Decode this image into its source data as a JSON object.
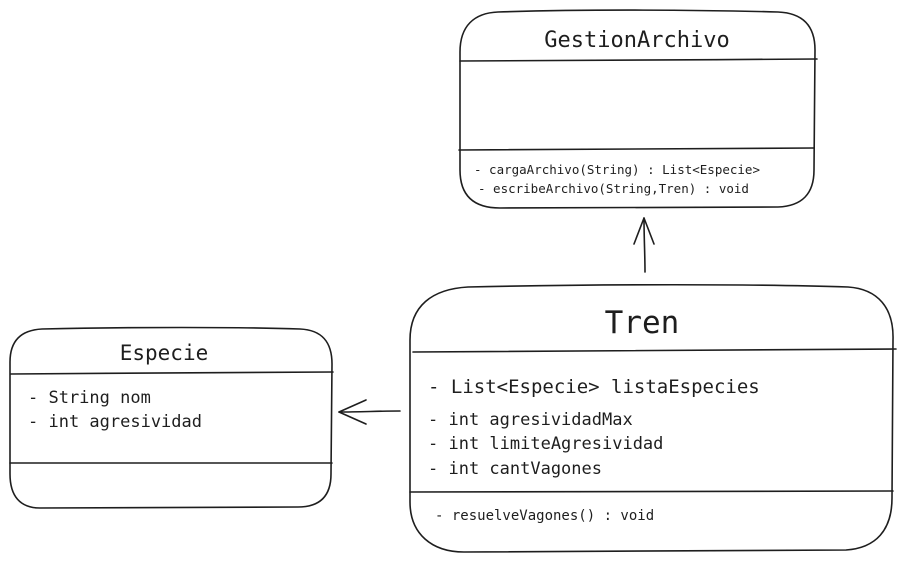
{
  "classes": {
    "gestion_archivo": {
      "name": "GestionArchivo",
      "attributes": [],
      "methods": [
        "- cargaArchivo(String) : List<Especie>",
        "- escribeArchivo(String,Tren) : void"
      ]
    },
    "tren": {
      "name": "Tren",
      "attributes": [
        "- List<Especie> listaEspecies",
        "- int agresividadMax",
        "- int limiteAgresividad",
        "- int cantVagones"
      ],
      "methods": [
        "- resuelveVagones() : void"
      ]
    },
    "especie": {
      "name": "Especie",
      "attributes": [
        "- String nom",
        "- int agresividad"
      ],
      "methods": []
    }
  },
  "associations": [
    {
      "from": "Tren",
      "to": "GestionArchivo"
    },
    {
      "from": "Tren",
      "to": "Especie"
    }
  ],
  "colors": {
    "stroke": "#1e1e1e",
    "background": "#ffffff"
  }
}
